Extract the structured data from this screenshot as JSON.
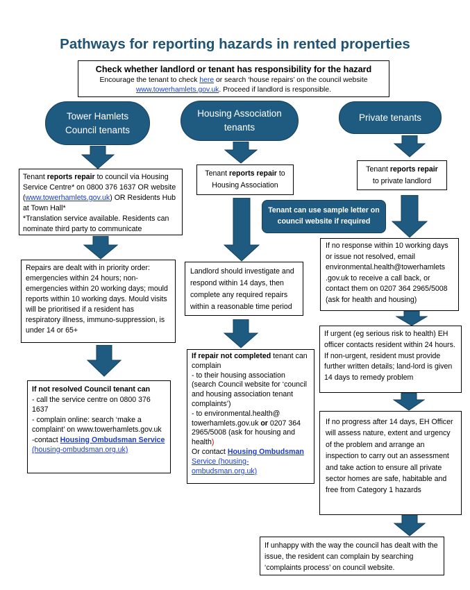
{
  "title": "Pathways for reporting hazards in rented properties",
  "check": {
    "heading": "Check whether landlord or tenant has responsibility for the hazard",
    "line1_pre": "Encourage the tenant to check ",
    "line1_link": "here",
    "line1_post": " or search ‘house repairs’ on the council website",
    "line2_link": "www.towerhamlets.gov.uk",
    "line2_post": ". Proceed if landlord is responsible."
  },
  "pills": {
    "council": [
      "Tower Hamlets",
      "Council tenants"
    ],
    "ha": [
      "Housing Association",
      "tenants"
    ],
    "private": [
      "Private tenants"
    ]
  },
  "council": {
    "report": {
      "t1": "Tenant ",
      "t1b": "reports repair",
      "t2": " to council via Housing Service Centre* on 0800 376 1637 OR website (",
      "link": "www.towerhamlets.gov.uk",
      "t3": ") OR Residents Hub at Town Hall*",
      "t4": "*Translation service available. Residents can nominate third party to communicate"
    },
    "repairs": "Repairs are dealt with in priority order: emergencies within 24 hours; non-emergencies within 20 working days; mould reports within 10 working days. Mould visits will be prioritised if a resident has respiratory illness, immuno-suppression, is under 14 or 65+",
    "notresolved": {
      "heading": "If not resolved Council tenant can",
      "l1": "- call the service centre on 0800 376 1637",
      "l2": "- complain online: search ‘make a complaint’ on www.towerhamlets.gov.uk",
      "l3": "-contact ",
      "l3b": "Housing Ombudsman Service",
      "l3c": " (housing-ombudsman.org.uk)"
    }
  },
  "ha": {
    "report": {
      "t1": "Tenant ",
      "t1b": "reports repair",
      "t2": " to Housing Association"
    },
    "landlord": "Landlord should investigate and respond within 14 days, then complete any required repairs within a reasonable time period",
    "notcompleted": {
      "heading": "If repair not completed",
      "heading_rest": " tenant can complain",
      "l1": "- to their housing association (search Council website for ‘council and housing association tenant complaints’)",
      "l2": "- to environmental.health@ towerhamlets.gov.uk ",
      "l2b": "or",
      "l2c": "  0207 364 2965/5008 (ask for housing and health",
      "l2d": ")",
      "l3": "Or contact ",
      "l3b": "Housing Ombudsman",
      "l3c": "Service (housing-ombudsman.org.uk)"
    }
  },
  "private": {
    "report": {
      "t1": "Tenant ",
      "t1b": "reports repair",
      "t2": "to private landlord"
    },
    "sample_letter": "Tenant can use sample letter on council website if required",
    "noresponse": "If no response within 10 working days or issue not resolved, email environmental.health@towerhamlets .gov.uk to receive a call back, or contact them on 0207 364 2965/5008 (ask for health and housing)",
    "urgent": "If urgent (eg serious risk to health) EH officer contacts resident within 24 hours. If non-urgent, resident must provide further written details; land-lord is given 14 days to remedy problem",
    "noprogress": "If no progress after 14 days, EH Officer will assess nature, extent and urgency of the problem and arrange an inspection to carry out an assessment and take action to ensure all private sector homes are safe, habitable and free from Category 1 hazards",
    "unhappy": "If unhappy with the way the council has dealt with the issue, the resident can complain by searching ‘complaints process’ on council website."
  },
  "colors": {
    "title": "#1f5273",
    "pill": "#1f5b80",
    "arrow": "#1f5b80",
    "link": "#1a3cc8"
  }
}
